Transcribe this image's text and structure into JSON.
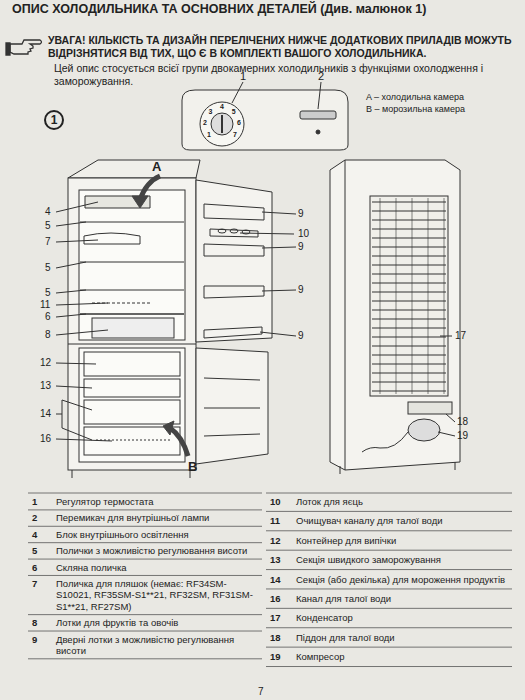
{
  "diagram": {
    "title": "ОПИС ХОЛОДИЛЬНИКА ТА ОСНОВНИХ ДЕТАЛЕЙ (Див. малюнок 1)",
    "nodes": [
      {
        "text": [
          "1"
        ]
      }
    ],
    "labels": [
      "УВАГА! КІЛЬКІСТЬ ТА ДИЗАЙН ПЕРЕЛІЧЕНИХ НИЖЧЕ ДОДАТКОВИХ ПРИЛАДІВ МОЖУТЬ ВІДРІЗНЯТИСЯ ВІД ТИХ, ЩО Є В КОМПЛЕКТІ ВАШОГО ХОЛОДИЛЬНИКА.",
      "Цей опис стосується всієї групи двокамерних холодильників з функціями охолодження і заморожування.",
      "A – холодильна камера",
      "B – морозильна камера",
      "1",
      "2",
      "3",
      "4",
      "5",
      "6",
      "7",
      "1",
      "2",
      "4",
      "5",
      "7",
      "5",
      "5",
      "11",
      "6",
      "8",
      "12",
      "13",
      "14",
      "16",
      "9",
      "10",
      "9",
      "9",
      "9",
      "A",
      "B",
      "17",
      "18",
      "19",
      "1",
      "Регулятор термостата",
      "2",
      "Перемикач для внутрішньої лампи",
      "4",
      "Блок внутрішнього освітлення",
      "5",
      "Полички з можливістю регулювання висоти",
      "6",
      "Скляна поличка",
      "7",
      "Поличка для пляшок (немає: RF34SM-S10021, RF35SM-S1**21, RF32SM, RF31SM-S1**21, RF27SM)",
      "8",
      "Лотки для фруктів та овочів",
      "9",
      "Дверні лотки з можливістю регулювання висоти",
      "10",
      "Лоток для яєць",
      "11",
      "Очищувач каналу для талої води",
      "12",
      "Контейнер для випічки",
      "13",
      "Секція швидкого заморожування",
      "14",
      "Секція (або декілька) для мороження продуктів",
      "16",
      "Канал для талої води",
      "17",
      "Конденсатор",
      "18",
      "Піддон для талої води",
      "19",
      "Компресор",
      "7"
    ]
  }
}
